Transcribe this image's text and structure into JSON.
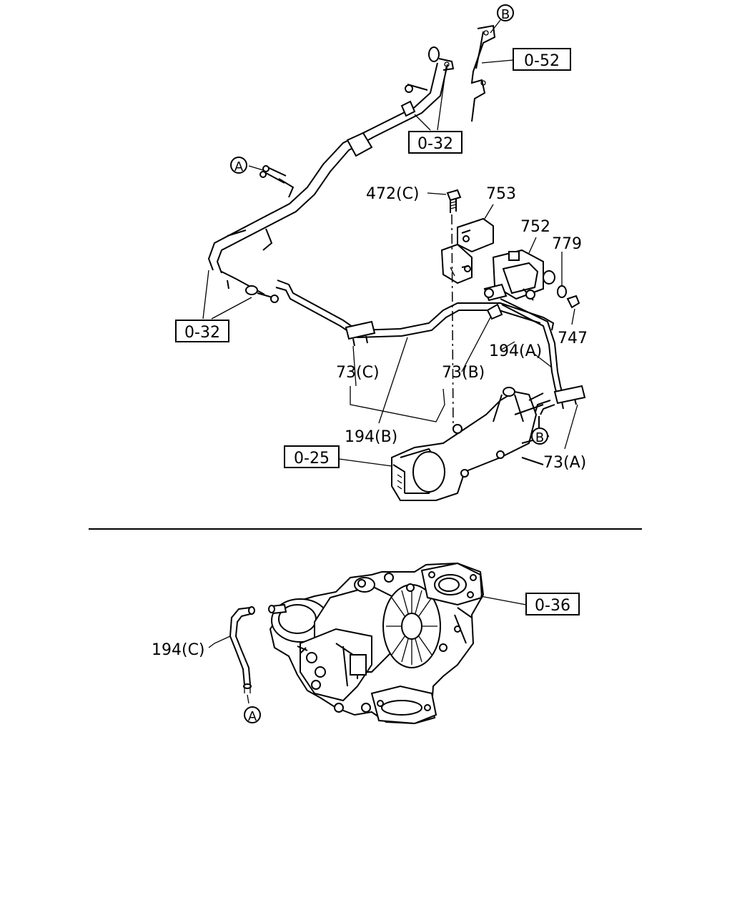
{
  "upper": {
    "refs": {
      "ref_052": "0-52",
      "ref_032_top": "0-32",
      "ref_032_left": "0-32",
      "ref_025": "0-25"
    },
    "markers": {
      "b_top": "B",
      "a_left": "A",
      "b_lower": "B"
    },
    "parts": {
      "p472c": "472(C)",
      "p753": "753",
      "p752": "752",
      "p779": "779",
      "p747": "747",
      "p194a": "194(A)",
      "p73c": "73(C)",
      "p73b": "73(B)",
      "p194b": "194(B)",
      "p73a": "73(A)"
    }
  },
  "lower": {
    "refs": {
      "ref_036": "0-36"
    },
    "markers": {
      "a_bottom": "A"
    },
    "parts": {
      "p194c": "194(C)"
    }
  }
}
